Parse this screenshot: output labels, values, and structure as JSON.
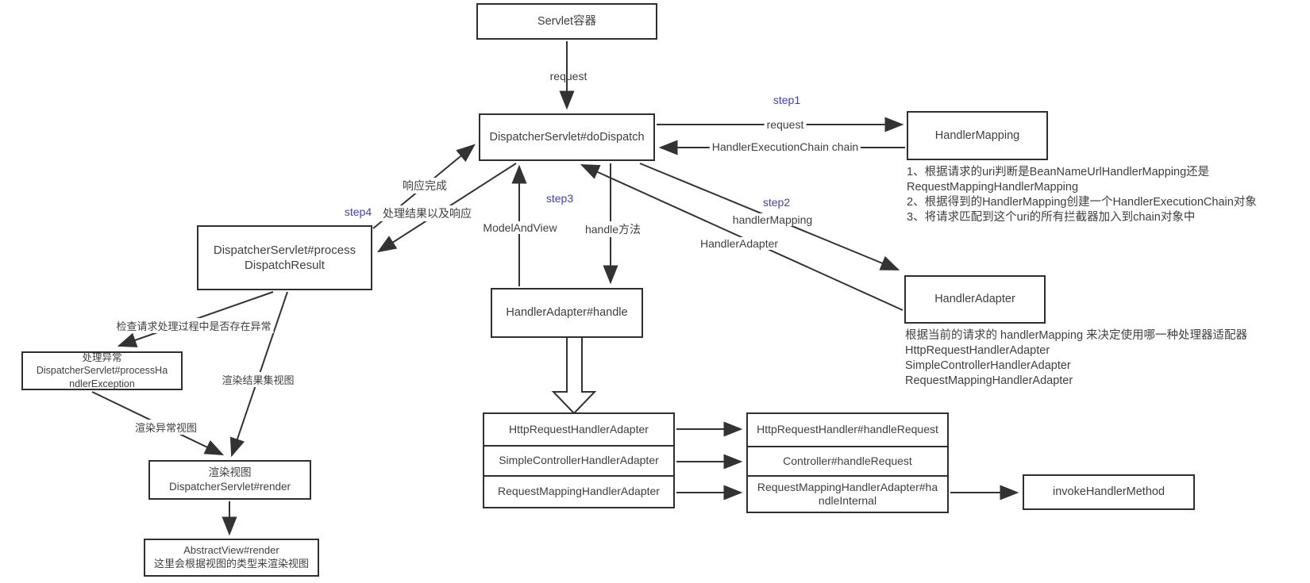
{
  "colors": {
    "line": "#333333",
    "text": "#3f3f3f",
    "step_label": "#3e3ed6",
    "box_border": "#2f2f2f",
    "background": "#ffffff"
  },
  "boxes": {
    "servlet_container": {
      "label": "Servlet容器"
    },
    "do_dispatch": {
      "label": "DispatcherServlet#doDispatch"
    },
    "handler_mapping": {
      "label": "HandlerMapping"
    },
    "handler_adapter": {
      "label": "HandlerAdapter"
    },
    "process_dispatch_result": {
      "label": "DispatcherServlet#process\nDispatchResult"
    },
    "handler_adapter_handle": {
      "label": "HandlerAdapter#handle"
    },
    "process_handler_exception": {
      "label": "处理异常\nDispatcherServlet#processHa\nndlerException"
    },
    "render_view": {
      "label": "渲染视图\nDispatcherServlet#render"
    },
    "abstract_view": {
      "label": "AbstractView#render\n这里会根据视图的类型来渲染视图"
    },
    "invoke_handler_method": {
      "label": "invokeHandlerMethod"
    }
  },
  "left_table": {
    "rows": [
      "HttpRequestHandlerAdapter",
      "SimpleControllerHandlerAdapter",
      "RequestMappingHandlerAdapter"
    ]
  },
  "right_table": {
    "rows": [
      "HttpRequestHandler#handleRequest",
      "Controller#handleRequest",
      "RequestMappingHandlerAdapter#ha\nndleInternal"
    ]
  },
  "labels": {
    "request_top": "request",
    "step1": "step1",
    "request_right": "request",
    "handler_execution_chain": "HandlerExecutionChain chain",
    "step2": "step2",
    "handler_mapping_edge": "handlerMapping",
    "handler_adapter_edge": "HandlerAdapter",
    "step3": "step3",
    "model_and_view": "ModelAndView",
    "handle_method": "handle方法",
    "step4": "step4",
    "response_complete": "响应完成",
    "result_and_response": "处理结果以及响应",
    "check_exception": "检查请求处理过程中是否存在异常",
    "render_result_view": "渲染结果集视图",
    "render_exception_view": "渲染异常视图"
  },
  "notes": {
    "handler_mapping_note": "1、根据请求的uri判断是BeanNameUrlHandlerMapping还是\nRequestMappingHandlerMapping\n2、根据得到的HandlerMapping创建一个HandlerExecutionChain对象\n3、将请求匹配到这个uri的所有拦截器加入到chain对象中",
    "handler_adapter_note": "根据当前的请求的 handlerMapping 来决定使用哪一种处理器适配器\nHttpRequestHandlerAdapter\nSimpleControllerHandlerAdapter\nRequestMappingHandlerAdapter"
  }
}
